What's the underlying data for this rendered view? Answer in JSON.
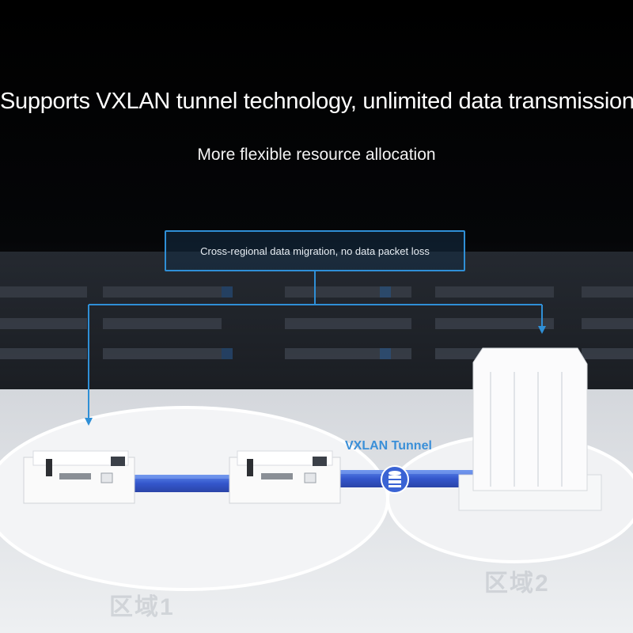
{
  "headline": {
    "title": "Supports VXLAN tunnel technology, unlimited data transmission",
    "subtitle": "More flexible resource allocation"
  },
  "callout": {
    "text": "Cross-regional data migration, no data packet loss"
  },
  "diagram": {
    "tunnel_label": "VXLAN Tunnel",
    "region_1_label": "区域1",
    "region_2_label": "区域2"
  },
  "colors": {
    "accent": "#2f8fd6",
    "tunnel": "#3b63d6",
    "background": "#000000"
  },
  "icons": [
    "database-icon",
    "server-rack-icon",
    "building-icon",
    "arrow-down-icon"
  ]
}
